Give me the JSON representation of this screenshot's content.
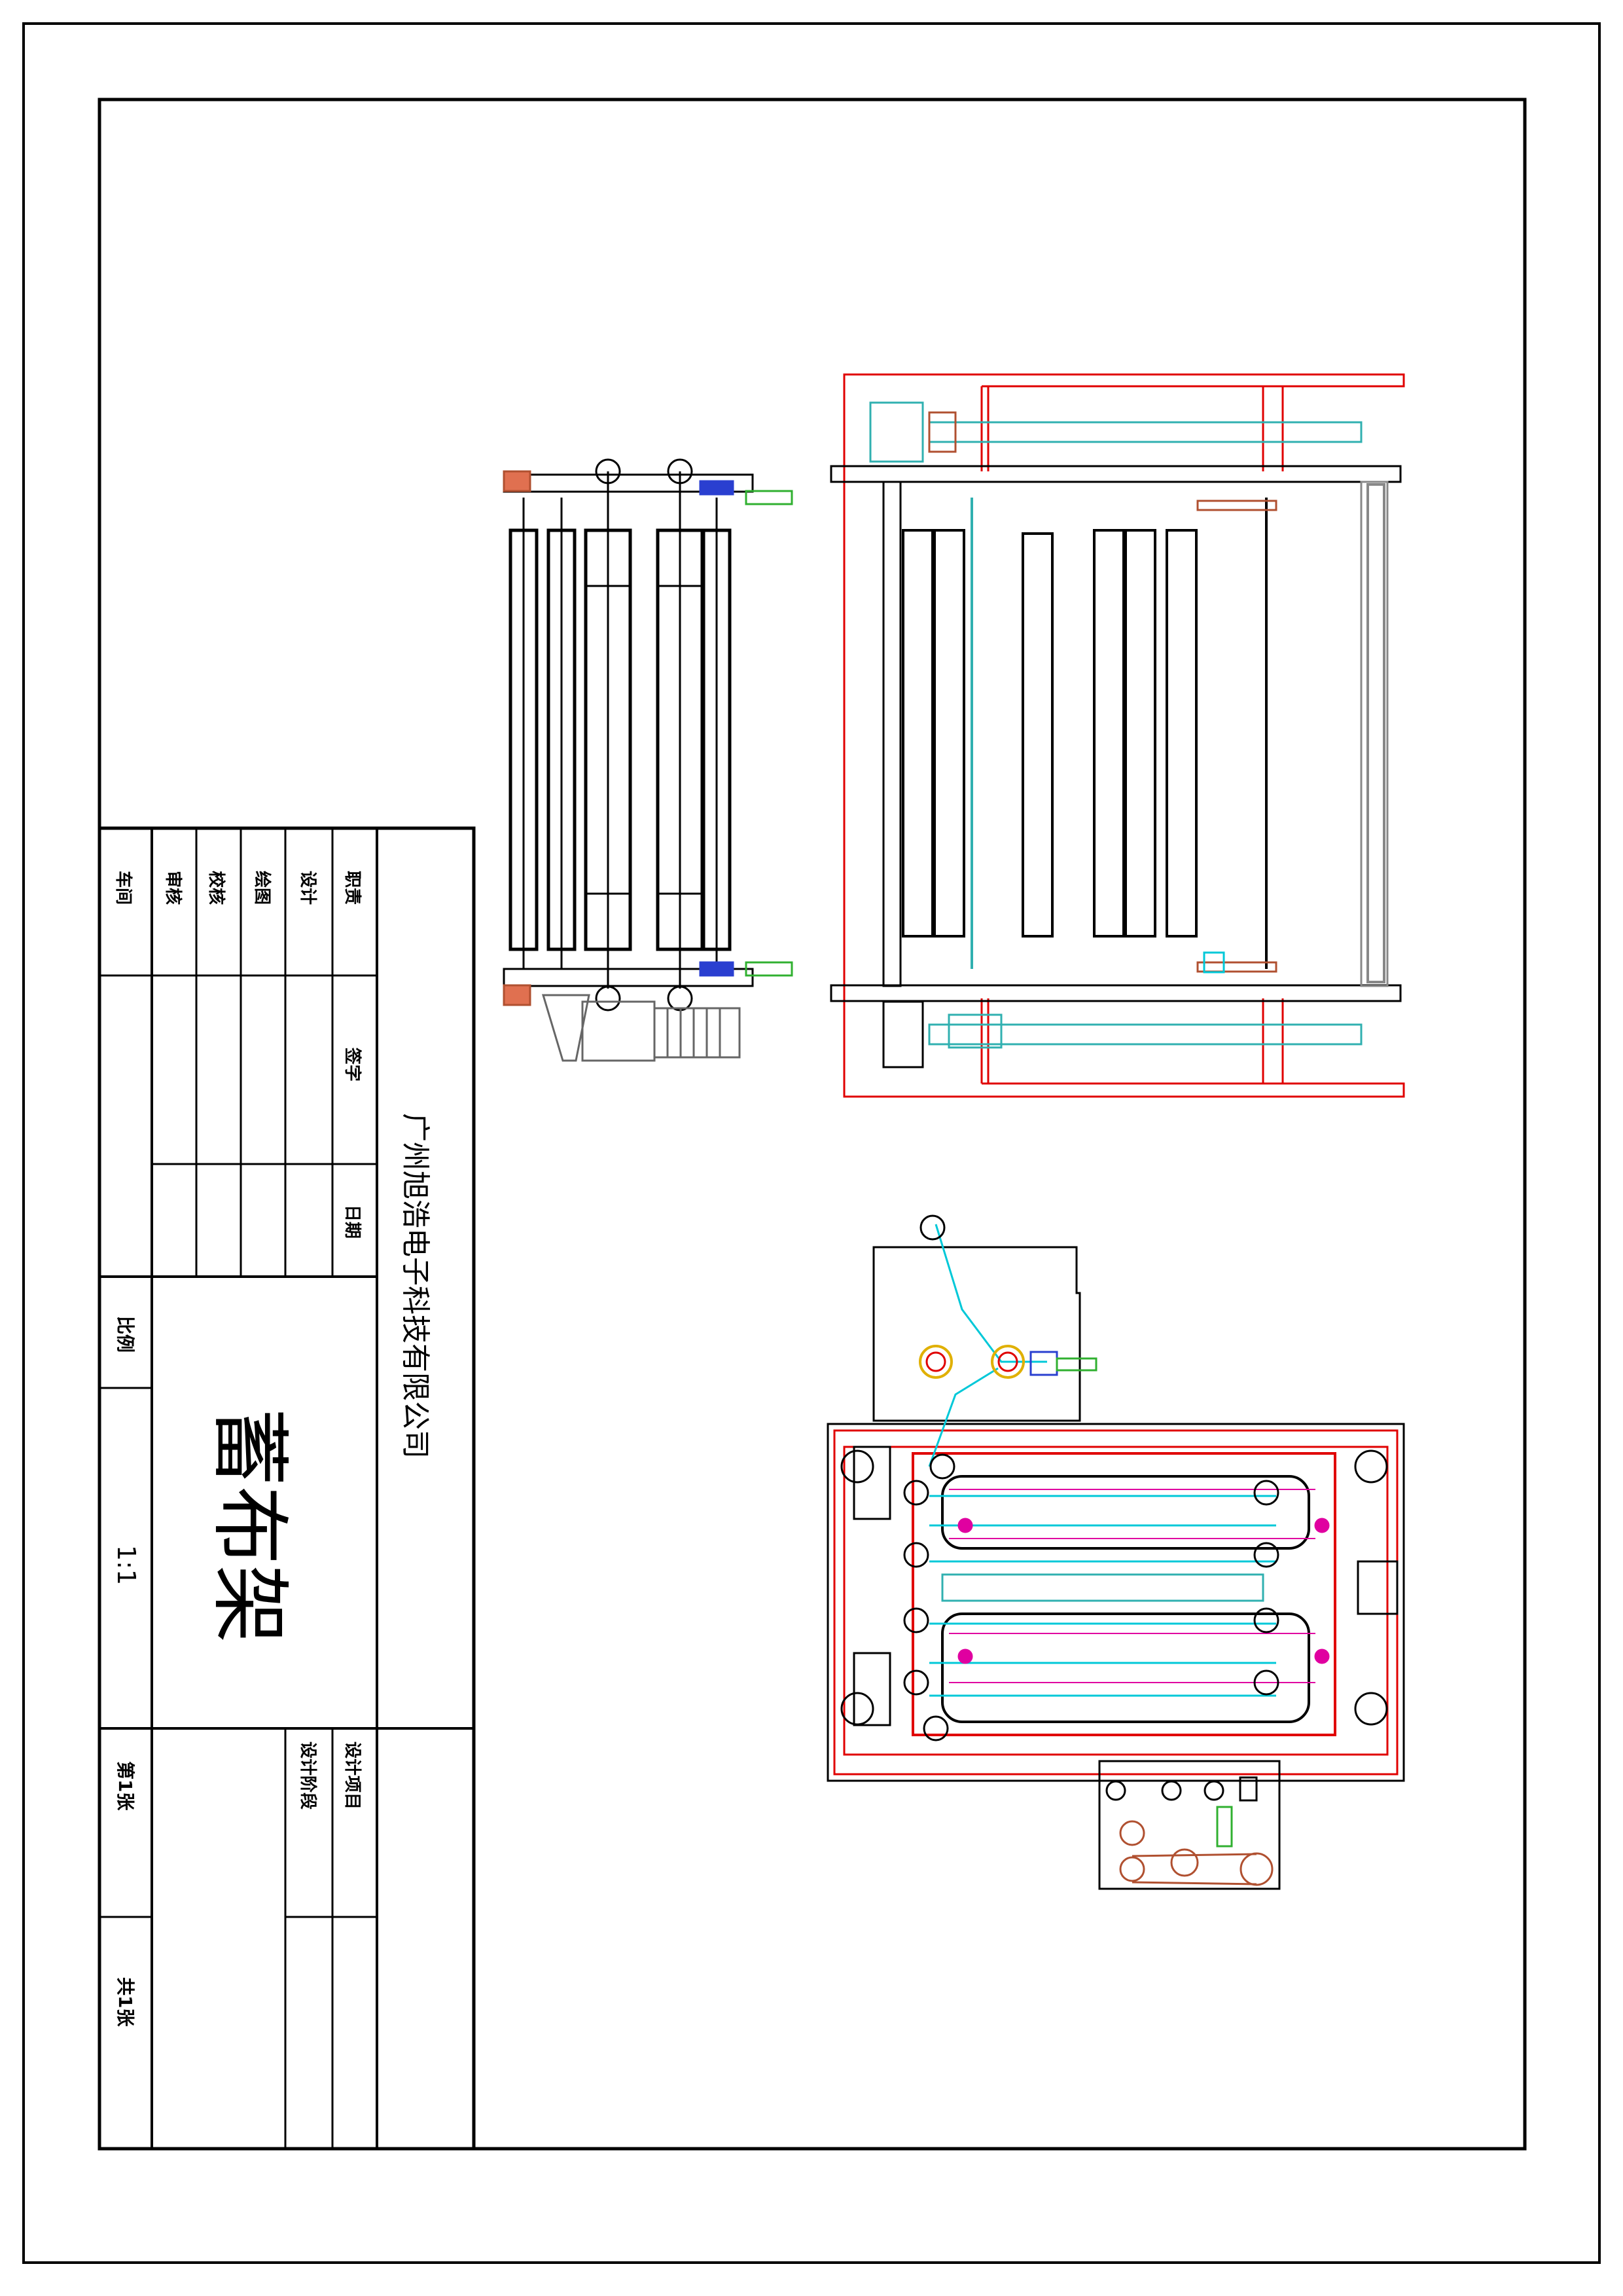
{
  "title_block": {
    "company": "广州旭浩电子科技有限公司",
    "drawing_name": "蓄布架",
    "scale_label": "比例",
    "scale_value": "1:1",
    "sheet_label": "第1张",
    "total_label": "共1张",
    "roles": [
      "职责",
      "设计",
      "绘图",
      "校核",
      "审核",
      "车间"
    ],
    "signature_label": "签字",
    "date_label": "日期",
    "project_label": "设计项目",
    "stage_label": "设计阶段"
  },
  "colors": {
    "frame": "#000000",
    "guard": "#e00000",
    "web_path": "#00c8d8",
    "roller_marker": "#e000a0",
    "sensor": "#2a3fd0",
    "bracket": "#b05030",
    "accent_green": "#30b030",
    "gold": "#e0b000"
  },
  "icons": [
    "roller-icon",
    "motor-icon",
    "bearing-icon",
    "cylinder-icon"
  ]
}
